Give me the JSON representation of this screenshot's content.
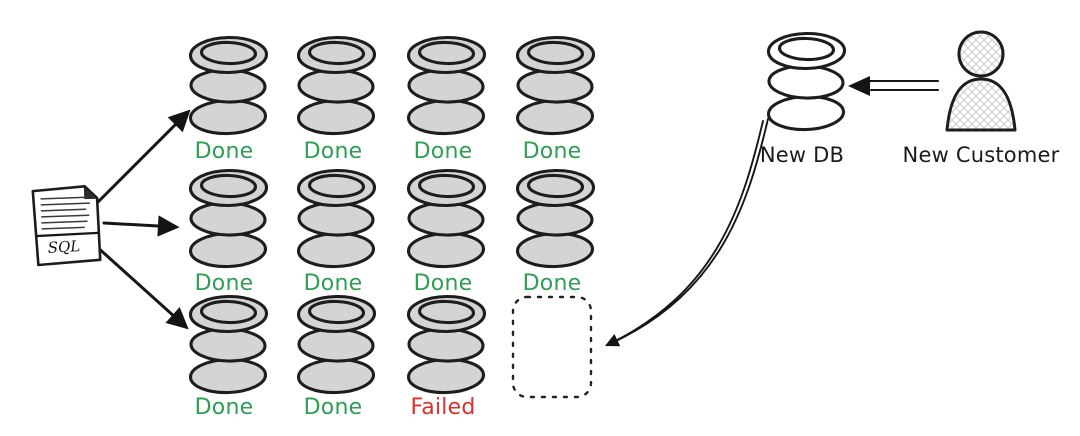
{
  "diagram": {
    "sql_doc": {
      "label": "SQL"
    },
    "grid": {
      "statuses": [
        [
          "Done",
          "Done",
          "Done",
          "Done"
        ],
        [
          "Done",
          "Done",
          "Done",
          "Done"
        ],
        [
          "Done",
          "Done",
          "Failed"
        ]
      ]
    },
    "new_db": {
      "label": "New DB"
    },
    "new_customer": {
      "label": "New Customer"
    }
  },
  "icons": {
    "sql_document": "sql-document-icon",
    "database": "database-icon",
    "person": "person-icon",
    "arrow": "arrow-icon"
  },
  "colors": {
    "done": "#2f9e55",
    "failed": "#d93030",
    "db_fill": "#d4d4d4",
    "new_db_fill": "#ffffff",
    "stroke": "#1d1d1d"
  }
}
